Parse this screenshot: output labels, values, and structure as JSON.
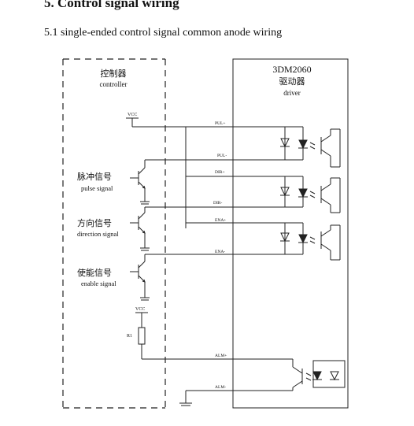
{
  "heading": "5. Control signal wiring",
  "subheading": "5.1 single-ended control signal common anode wiring",
  "controller": {
    "title_cn": "控制器",
    "title_en": "controller"
  },
  "driver": {
    "model": "3DM2060",
    "title_cn": "驱动器",
    "title_en": "driver"
  },
  "vcc_top": "VCC",
  "vcc_bottom": "VCC",
  "resistor": "R1",
  "signals": [
    {
      "cn": "脉冲信号",
      "en": "pulse signal"
    },
    {
      "cn": "方向信号",
      "en": "direction signal"
    },
    {
      "cn": "使能信号",
      "en": "enable signal"
    }
  ],
  "terminals": [
    "PUL+",
    "PUL-",
    "DIR+",
    "DIR-",
    "ENA+",
    "ENA-",
    "ALM+",
    "ALM-"
  ]
}
